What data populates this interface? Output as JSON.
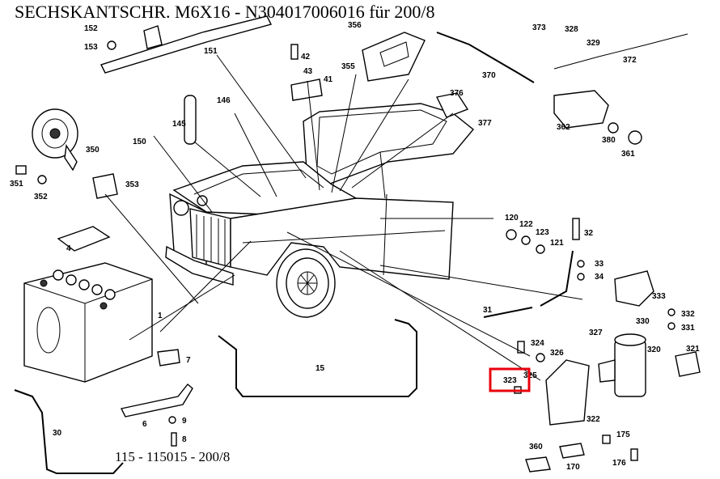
{
  "title": "SECHSKANTSCHR. M6X16 - N304017006016 für 200/8",
  "footer": "115 - 115015 - 200/8",
  "highlight_color": "#e8000b",
  "highlighted_part": "323",
  "labels": {
    "l152": "152",
    "l153": "153",
    "l151": "151",
    "l356": "356",
    "l42": "42",
    "l43": "43",
    "l41": "41",
    "l355": "355",
    "l373": "373",
    "l328": "328",
    "l329": "329",
    "l372": "372",
    "l370": "370",
    "l376": "376",
    "l377": "377",
    "l362": "362",
    "l380": "380",
    "l361": "361",
    "l350": "350",
    "l351": "351",
    "l352": "352",
    "l353": "353",
    "l150": "150",
    "l146": "146",
    "l145": "145",
    "l4": "4",
    "l1": "1",
    "l120": "120",
    "l122": "122",
    "l123": "123",
    "l121": "121",
    "l32": "32",
    "l33": "33",
    "l34": "34",
    "l333": "333",
    "l332": "332",
    "l331": "331",
    "l330": "330",
    "l31": "31",
    "l7": "7",
    "l15": "15",
    "l324": "324",
    "l326": "326",
    "l327": "327",
    "l320": "320",
    "l321": "321",
    "l323": "323",
    "l325": "325",
    "l322": "322",
    "l6": "6",
    "l9": "9",
    "l8": "8",
    "l30": "30",
    "l360": "360",
    "l170": "170",
    "l175": "175",
    "l176": "176"
  }
}
